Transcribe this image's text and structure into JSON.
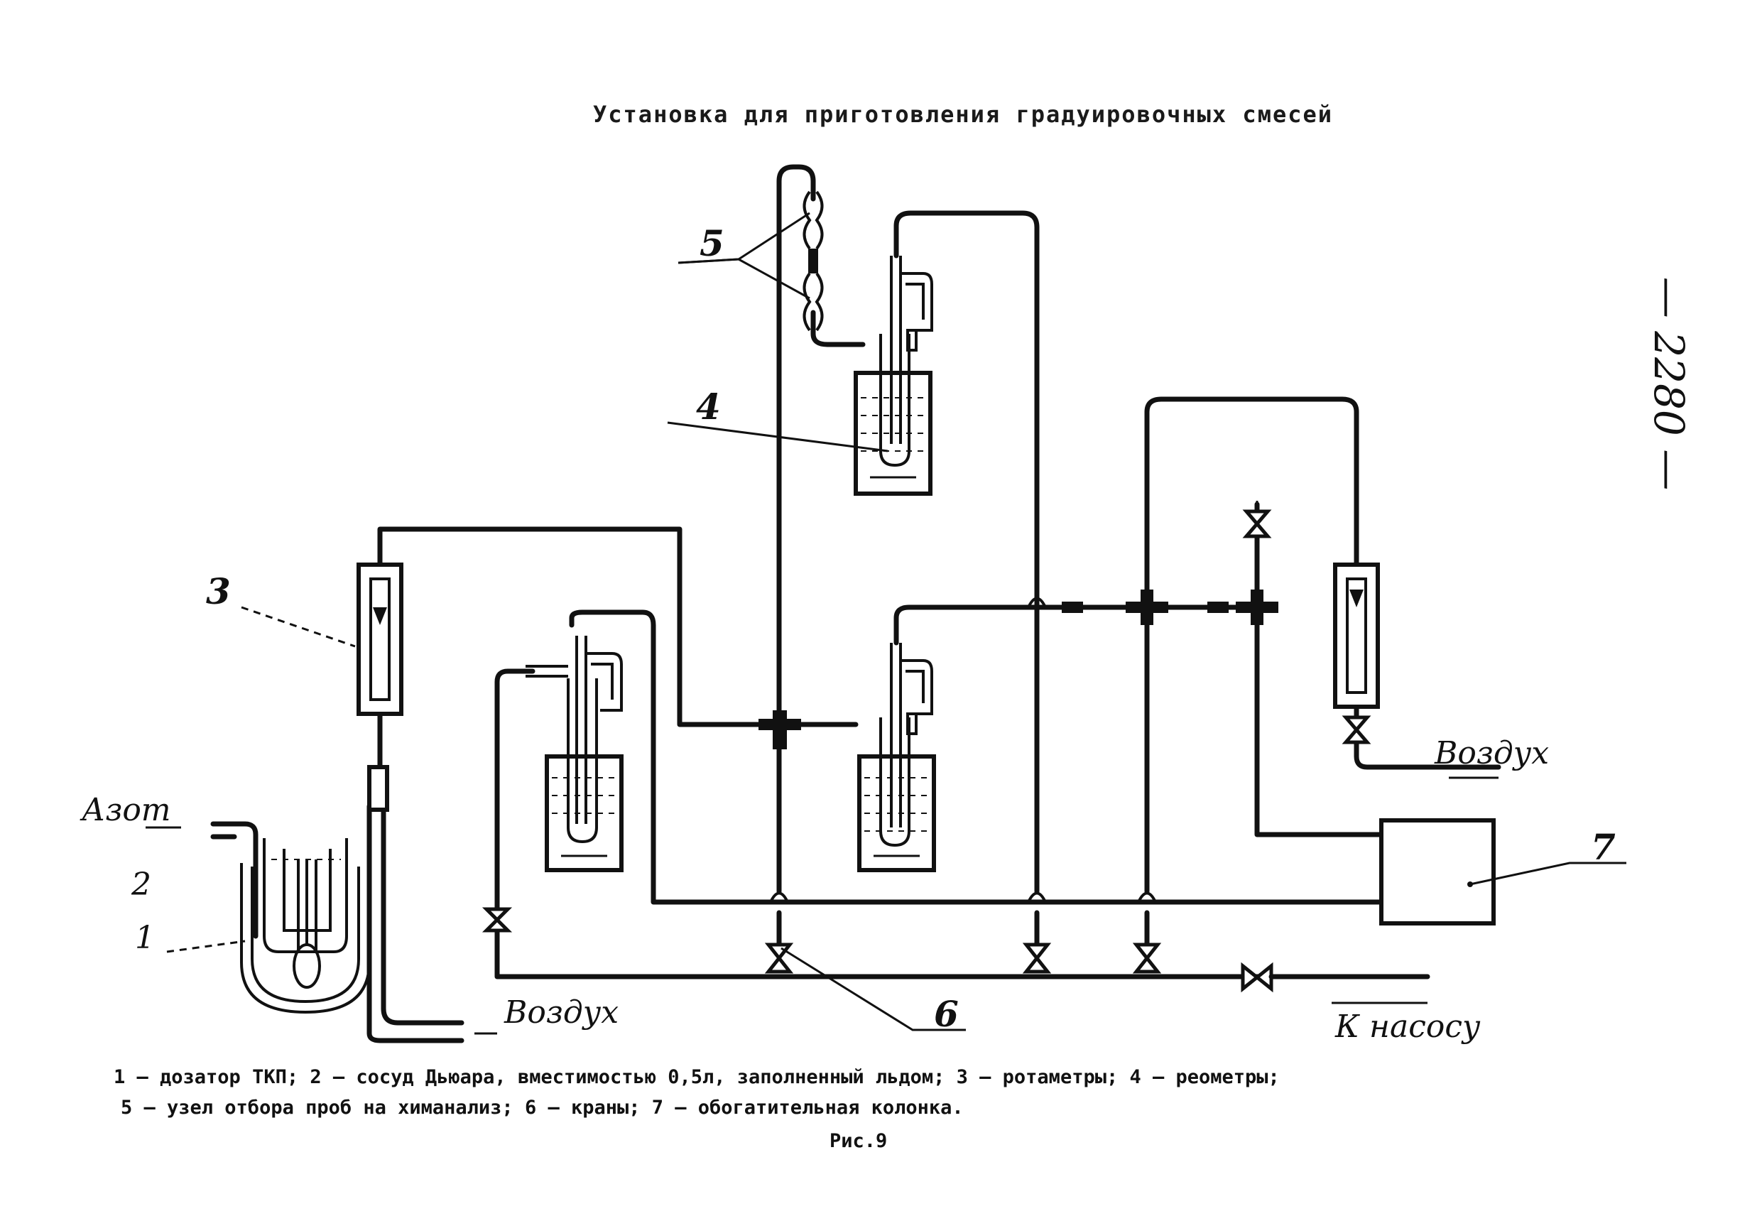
{
  "title": "Установка для приготовления градуировочных смесей",
  "side_note": "— 2280 —",
  "labels": {
    "n1": "1",
    "n2": "2",
    "n3": "3",
    "n4": "4",
    "n5": "5",
    "n6": "6",
    "n7": "7",
    "azot": "Азот",
    "vozdukh_left": "Воздух",
    "vozdukh_right": "Воздух",
    "k_nasosu": "К насосу"
  },
  "caption": {
    "line1": "1 – дозатор ТКП; 2 – сосуд Дьюара, вместимостью 0,5л, заполненный льдом; 3 – ротаметры; 4 – реометры;",
    "line2": "5 – узел отбора проб на химанализ; 6 – краны; 7 – обогатительная колонка.",
    "figure": "Рис.9"
  }
}
